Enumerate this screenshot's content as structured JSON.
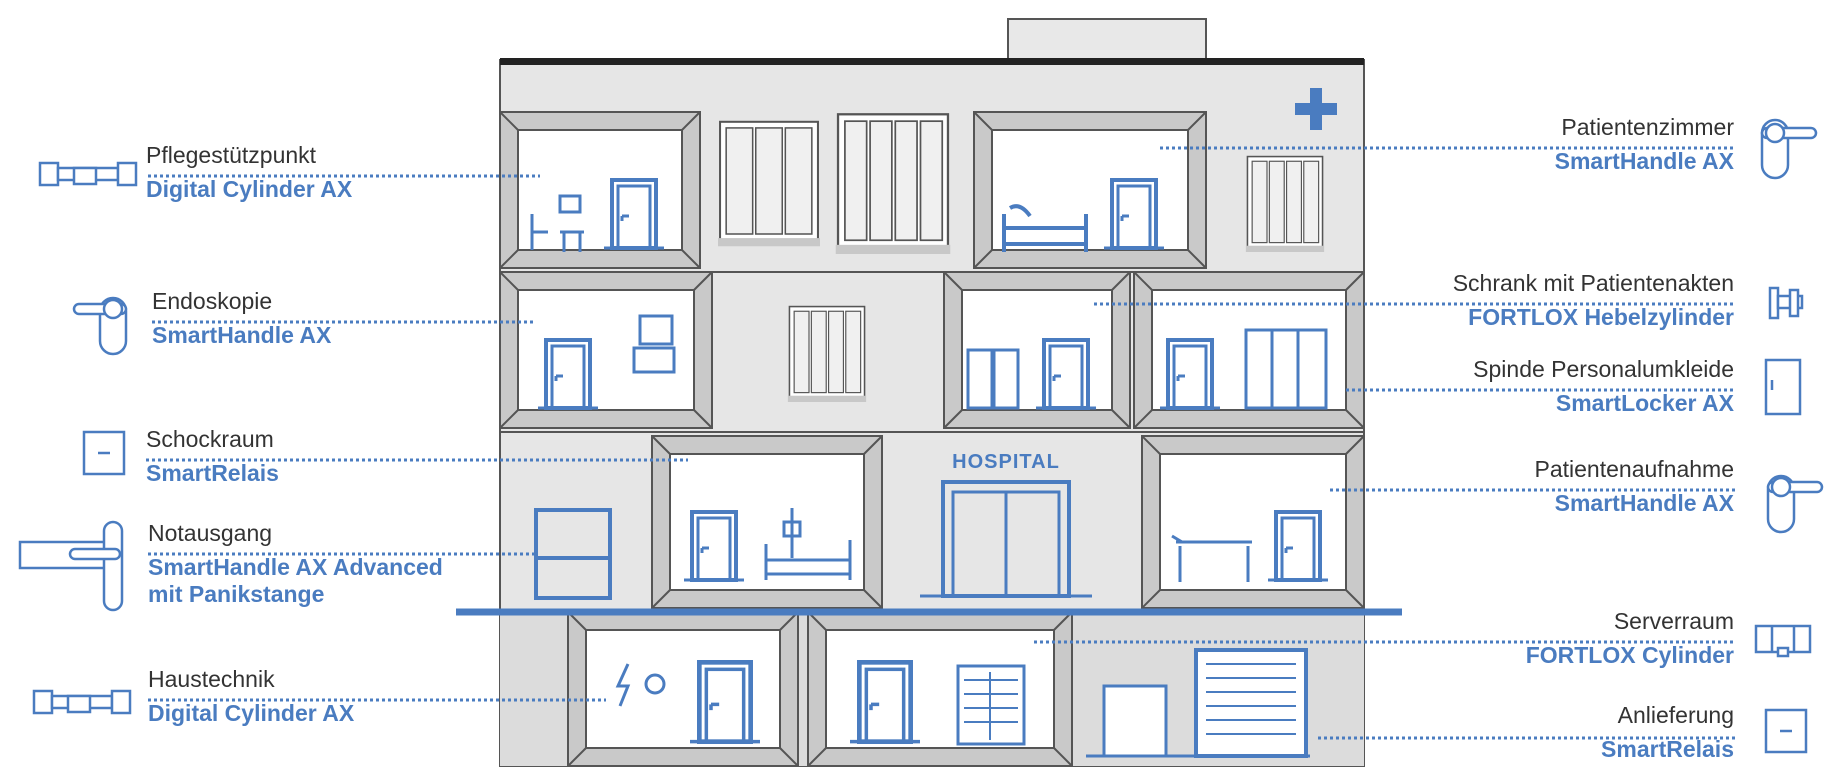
{
  "colors": {
    "accent": "#4a7cc0",
    "text": "#333333",
    "building_light": "#e8e8e8",
    "building_mid": "#d6d6d6",
    "building_dark": "#c2c2c2",
    "outline": "#555555"
  },
  "building": {
    "sign": "HOSPITAL"
  },
  "callouts": [
    {
      "id": "pflegestuetzpunkt",
      "room": "Pflegestützpunkt",
      "product": [
        "Digital Cylinder AX"
      ],
      "side": "left",
      "icon": "digital-cylinder-icon"
    },
    {
      "id": "endoskopie",
      "room": "Endoskopie",
      "product": [
        "SmartHandle AX"
      ],
      "side": "left",
      "icon": "smarthandle-icon"
    },
    {
      "id": "schockraum",
      "room": "Schockraum",
      "product": [
        "SmartRelais"
      ],
      "side": "left",
      "icon": "smartrelais-icon"
    },
    {
      "id": "notausgang",
      "room": "Notausgang",
      "product": [
        "SmartHandle AX Advanced",
        "mit Panikstange"
      ],
      "side": "left",
      "icon": "panic-bar-handle-icon"
    },
    {
      "id": "haustechnik",
      "room": "Haustechnik",
      "product": [
        "Digital Cylinder AX"
      ],
      "side": "left",
      "icon": "digital-cylinder-icon"
    },
    {
      "id": "patientenzimmer",
      "room": "Patientenzimmer",
      "product": [
        "SmartHandle AX"
      ],
      "side": "right",
      "icon": "smarthandle-icon"
    },
    {
      "id": "schrank",
      "room": "Schrank mit Patientenakten",
      "product": [
        "FORTLOX Hebelzylinder"
      ],
      "side": "right",
      "icon": "lever-cylinder-icon"
    },
    {
      "id": "spinde",
      "room": "Spinde Personalumkleide",
      "product": [
        "SmartLocker AX"
      ],
      "side": "right",
      "icon": "smartlocker-icon"
    },
    {
      "id": "patientenaufnahme",
      "room": "Patientenaufnahme",
      "product": [
        "SmartHandle AX"
      ],
      "side": "right",
      "icon": "smarthandle-icon"
    },
    {
      "id": "serverraum",
      "room": "Serverraum",
      "product": [
        "FORTLOX Cylinder"
      ],
      "side": "right",
      "icon": "fortlox-cylinder-icon"
    },
    {
      "id": "anlieferung",
      "room": "Anlieferung",
      "product": [
        "SmartRelais"
      ],
      "side": "right",
      "icon": "smartrelais-icon"
    }
  ]
}
